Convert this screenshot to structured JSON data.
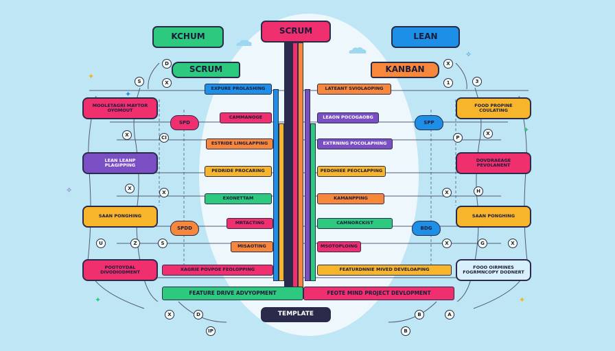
{
  "headers": {
    "top": "SCRUM",
    "left_top": "KCHUM",
    "left_sub": "SCRUM",
    "right_top": "LEAN",
    "right_sub": "KANBAN"
  },
  "footer": {
    "template": "TEMPLATE"
  },
  "left_boxes": [
    "MOOLETAGRI MAYTOR OYOMOUT",
    "LEAN LEANP PLAGIPPING",
    "SAAN PONGHING",
    "POOTOYDAL DIVODIODMENT"
  ],
  "right_boxes": [
    "FOOD PROPINE COULATING",
    "DOVDRAEAGE PEVOLANENT",
    "SAAN PONGHING",
    "FOOO OIRMINES FOGRMNCOPY DODNERT"
  ],
  "left_bars": [
    "EXPURE PROLASHING",
    "CAMMANOGE",
    "ESTRIDE LINGLAPPING",
    "PEDRIDE PROCARING",
    "EXONETTAM",
    "MRTACTING",
    "MISAOTING",
    "XAGRIE POVPOE FEOLOPPING"
  ],
  "right_bars": [
    "LATEANT SVIOLAOPING",
    "LEAON POCOGAOBG",
    "EXTRNING POCOLAPHING",
    "PEDOHIEE PEOCLAPPING",
    "KAMANPPING",
    "CAMNORCKIST",
    "MSOTOPLOING",
    "FEATURDNNIE MIVED DEVELOAPING"
  ],
  "bottom_bars": {
    "left": "FEATURE DRIVE ADVYOPMENT",
    "right": "FEOTE MIND PROJECT DEVLOPMENT"
  },
  "clouds": {
    "left_upper": "SPD",
    "left_lower": "SPDD",
    "right_upper": "SPP",
    "right_lower": "BDG"
  },
  "circles": [
    {
      "t": "S"
    },
    {
      "t": "D"
    },
    {
      "t": "X"
    },
    {
      "t": "X"
    },
    {
      "t": "CI"
    },
    {
      "t": "X"
    },
    {
      "t": "X"
    },
    {
      "t": "U"
    },
    {
      "t": "Z"
    },
    {
      "t": "S"
    },
    {
      "t": "X"
    },
    {
      "t": "D"
    },
    {
      "t": "IP"
    },
    {
      "t": "X"
    },
    {
      "t": "1"
    },
    {
      "t": "3"
    },
    {
      "t": "P"
    },
    {
      "t": "X"
    },
    {
      "t": "X"
    },
    {
      "t": "H"
    },
    {
      "t": "X"
    },
    {
      "t": "G"
    },
    {
      "t": "X"
    },
    {
      "t": "B"
    },
    {
      "t": "A"
    },
    {
      "t": "B"
    }
  ],
  "colors": {
    "background": "#bfe6f5",
    "pink": "#f0306e",
    "orange": "#f7873a",
    "yellow": "#f7b52b",
    "green": "#2cc97e",
    "blue": "#1e8fe6",
    "purple": "#7a4fc4",
    "navy": "#2a2a4a"
  }
}
